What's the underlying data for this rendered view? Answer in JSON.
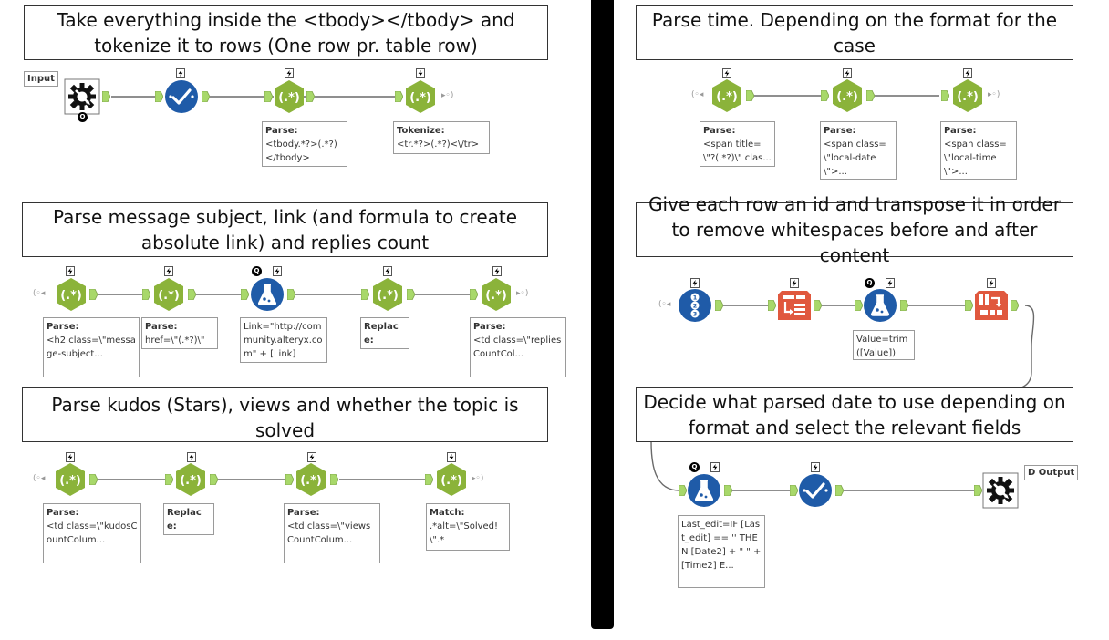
{
  "headers": {
    "tokenize": "Take everything inside the <tbody></tbody> and tokenize it to rows (One row pr. table row)",
    "time": "Parse time. Depending on the format for the case",
    "subject": "Parse message subject, link (and formula to create absolute link) and replies count",
    "transpose": "Give each row an id and transpose it in order to remove whitespaces before and after content",
    "kudos": "Parse kudos (Stars), views and whether the topic is solved",
    "decide": "Decide what parsed date to use depending on format and select the relevant fields"
  },
  "tags": {
    "input": "Input",
    "output": "D Output"
  },
  "notes": {
    "n1": {
      "title": "Parse:",
      "body": "<tbody.*?>(.*?)</tbody>"
    },
    "n2": {
      "title": "Tokenize:",
      "body": "<tr.*?>(.*?)<\\/tr>"
    },
    "t1": {
      "title": "Parse:",
      "body": "<span title=\\\"?(.*?)\\\" clas..."
    },
    "t2": {
      "title": "Parse:",
      "body": "<span class=\\\"local-date\\\">..."
    },
    "t3": {
      "title": "Parse:",
      "body": "<span class=\\\"local-time\\\">..."
    },
    "s1": {
      "title": "Parse:",
      "body": "<h2 class=\\\"message-subject..."
    },
    "s2": {
      "title": "Parse:",
      "body": "href=\\\"(.*?)\\\""
    },
    "s3": {
      "title": "",
      "body": "Link=\"http://community.alteryx.com\" + [Link]"
    },
    "s4": {
      "title": "Replace:",
      "body": "<[^>]*>"
    },
    "s5": {
      "title": "Parse:",
      "body": "<td class=\\\"repliesCountCol..."
    },
    "r1": {
      "title": "",
      "body": "Value=trim ([Value])"
    },
    "k1": {
      "title": "Parse:",
      "body": "<td class=\\\"kudosCountColum..."
    },
    "k2": {
      "title": "Replace:",
      "body": "<[^>]*>"
    },
    "k3": {
      "title": "Parse:",
      "body": "<td class=\\\"viewsCountColum..."
    },
    "k4": {
      "title": "Match:",
      "body": ".*alt=\\\"Solved!\\\".*"
    },
    "d1": {
      "title": "",
      "body": "Last_edit=IF [Last_edit] == '' THEN [Date2] + \" \" + [Time2] E..."
    }
  },
  "colors": {
    "regex": "#8bb33a",
    "blue": "#1f5ba8",
    "transpose": "#e0583e",
    "anchor": "#a8d86a",
    "divider": "#000000"
  },
  "icons": {
    "regex": "regex-hexagon-icon",
    "select": "select-check-icon",
    "formula": "formula-flask-icon",
    "recordid": "record-id-icon",
    "transpose": "transpose-icon",
    "crosstab": "crosstab-icon",
    "gear": "gear-icon",
    "bolt": "lightning-icon",
    "browse": "browse-q-icon"
  }
}
